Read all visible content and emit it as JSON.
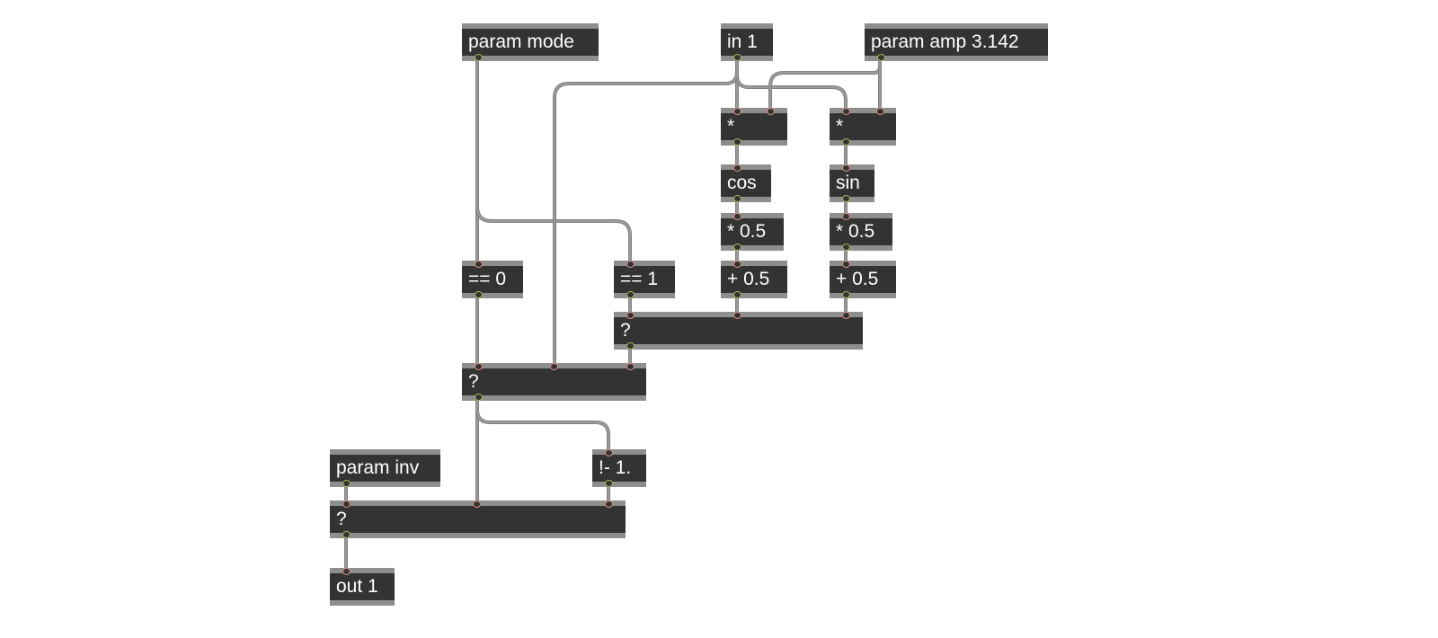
{
  "colors": {
    "background": "#ffffff",
    "object_body": "#333333",
    "object_frame": "#8e8e8e",
    "object_text": "#ffffff",
    "patch_cord": "#9a9a9a",
    "inlet": "#d88f86",
    "outlet": "#a6b35a"
  },
  "objects": {
    "param_mode": {
      "text": "param mode"
    },
    "in_1": {
      "text": "in 1"
    },
    "param_amp": {
      "text": "param amp 3.142"
    },
    "mul_cos": {
      "text": "*"
    },
    "mul_sin": {
      "text": "*"
    },
    "cos": {
      "text": "cos"
    },
    "sin": {
      "text": "sin"
    },
    "cos_scale": {
      "text": "* 0.5"
    },
    "sin_scale": {
      "text": "* 0.5"
    },
    "cos_offset": {
      "text": "+ 0.5"
    },
    "sin_offset": {
      "text": "+ 0.5"
    },
    "eq_0": {
      "text": "== 0"
    },
    "eq_1": {
      "text": "== 1"
    },
    "select_trig": {
      "text": "?"
    },
    "select_mode": {
      "text": "?"
    },
    "invert": {
      "text": "!- 1."
    },
    "param_inv": {
      "text": "param inv"
    },
    "select_inv": {
      "text": "?"
    },
    "out_1": {
      "text": "out 1"
    }
  },
  "connections": [
    {
      "from": "param_mode",
      "outlet": 0,
      "to": "eq_0",
      "inlet": 0
    },
    {
      "from": "param_mode",
      "outlet": 0,
      "to": "eq_1",
      "inlet": 0
    },
    {
      "from": "in_1",
      "outlet": 0,
      "to": "mul_cos",
      "inlet": 0
    },
    {
      "from": "in_1",
      "outlet": 0,
      "to": "mul_sin",
      "inlet": 0
    },
    {
      "from": "in_1",
      "outlet": 0,
      "to": "select_mode",
      "inlet": 1
    },
    {
      "from": "param_amp",
      "outlet": 0,
      "to": "mul_cos",
      "inlet": 1
    },
    {
      "from": "param_amp",
      "outlet": 0,
      "to": "mul_sin",
      "inlet": 1
    },
    {
      "from": "mul_cos",
      "outlet": 0,
      "to": "cos",
      "inlet": 0
    },
    {
      "from": "mul_sin",
      "outlet": 0,
      "to": "sin",
      "inlet": 0
    },
    {
      "from": "cos",
      "outlet": 0,
      "to": "cos_scale",
      "inlet": 0
    },
    {
      "from": "sin",
      "outlet": 0,
      "to": "sin_scale",
      "inlet": 0
    },
    {
      "from": "cos_scale",
      "outlet": 0,
      "to": "cos_offset",
      "inlet": 0
    },
    {
      "from": "sin_scale",
      "outlet": 0,
      "to": "sin_offset",
      "inlet": 0
    },
    {
      "from": "eq_1",
      "outlet": 0,
      "to": "select_trig",
      "inlet": 0
    },
    {
      "from": "cos_offset",
      "outlet": 0,
      "to": "select_trig",
      "inlet": 1
    },
    {
      "from": "sin_offset",
      "outlet": 0,
      "to": "select_trig",
      "inlet": 2
    },
    {
      "from": "eq_0",
      "outlet": 0,
      "to": "select_mode",
      "inlet": 0
    },
    {
      "from": "select_trig",
      "outlet": 0,
      "to": "select_mode",
      "inlet": 2
    },
    {
      "from": "select_mode",
      "outlet": 0,
      "to": "select_inv",
      "inlet": 1
    },
    {
      "from": "select_mode",
      "outlet": 0,
      "to": "invert",
      "inlet": 0
    },
    {
      "from": "param_inv",
      "outlet": 0,
      "to": "select_inv",
      "inlet": 0
    },
    {
      "from": "invert",
      "outlet": 0,
      "to": "select_inv",
      "inlet": 2
    },
    {
      "from": "select_inv",
      "outlet": 0,
      "to": "out_1",
      "inlet": 0
    }
  ]
}
